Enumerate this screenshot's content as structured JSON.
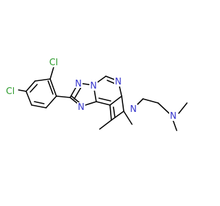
{
  "structure": {
    "atom_labels": {
      "cl_top": "Cl",
      "cl_left": "Cl",
      "n_triazole_a": "N",
      "n_triazole_b": "N",
      "n_bridge": "N",
      "n_pyrimidine": "N",
      "n_pyrrole": "N",
      "n_amine": "N"
    },
    "colors": {
      "bond": "#000000",
      "nitrogen": "#3333cc",
      "chlorine": "#2a9a2a",
      "background": "#ffffff"
    }
  }
}
